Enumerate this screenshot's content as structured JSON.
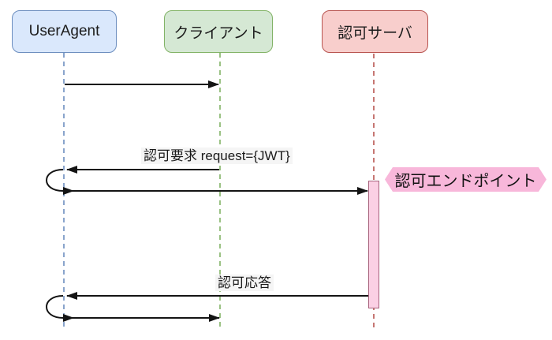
{
  "diagram": {
    "type": "sequence-diagram",
    "actors": [
      {
        "label": "UserAgent",
        "fill": "#dae8fc",
        "border": "#6c8ebf"
      },
      {
        "label": "クライアント",
        "fill": "#d5e8d4",
        "border": "#82b366"
      },
      {
        "label": "認可サーバ",
        "fill": "#f8cecc",
        "border": "#b85450"
      }
    ],
    "messages": [
      {
        "from": "UserAgent",
        "to": "クライアント",
        "label": ""
      },
      {
        "from": "クライアント",
        "to": "UserAgent",
        "label": "認可要求 request={JWT}"
      },
      {
        "from": "UserAgent",
        "to": "認可サーバ",
        "label": ""
      },
      {
        "from": "認可サーバ",
        "to": "UserAgent",
        "label": "認可応答"
      },
      {
        "from": "UserAgent",
        "to": "クライアント",
        "label": ""
      }
    ],
    "activation": {
      "actor": "認可サーバ",
      "label": "認可エンドポイント",
      "bar_fill": "#fbd0e4",
      "bar_border": "#a8647e",
      "tag_fill": "#f8b7da"
    },
    "colors": {
      "arrow": "#141414",
      "background": "#ffffff"
    }
  }
}
